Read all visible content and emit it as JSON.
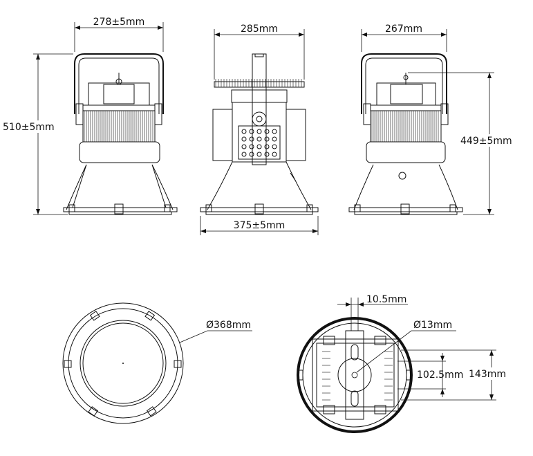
{
  "dimensions": {
    "width_side": "278±5mm",
    "height_total": "510±5mm",
    "width_front": "285mm",
    "width_side2": "267mm",
    "height_body": "449±5mm",
    "base_width": "375±5mm",
    "diameter_reflector": "Ø368mm",
    "bracket_width": "10.5mm",
    "hole_diameter": "Ø13mm",
    "hole_spacing_inner": "102.5mm",
    "hole_spacing_outer": "143mm"
  },
  "colors": {
    "line": "#111111",
    "background": "#ffffff"
  }
}
